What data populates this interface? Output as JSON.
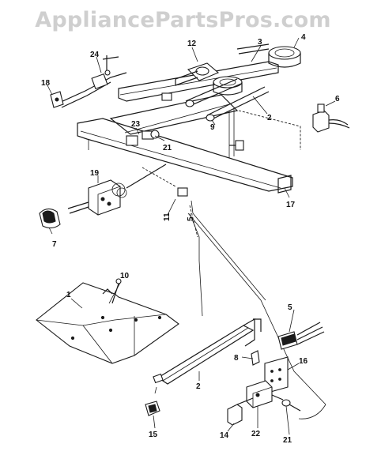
{
  "watermark": "AppliancePartsPros.com",
  "callouts": [
    {
      "id": "c1",
      "text": "1"
    },
    {
      "id": "c2a",
      "text": "2"
    },
    {
      "id": "c2b",
      "text": "2"
    },
    {
      "id": "c3",
      "text": "3"
    },
    {
      "id": "c4",
      "text": "4"
    },
    {
      "id": "c5a",
      "text": "5"
    },
    {
      "id": "c5b",
      "text": "5"
    },
    {
      "id": "c6",
      "text": "6"
    },
    {
      "id": "c7",
      "text": "7"
    },
    {
      "id": "c8",
      "text": "8"
    },
    {
      "id": "c9",
      "text": "9"
    },
    {
      "id": "c10",
      "text": "10"
    },
    {
      "id": "c11",
      "text": "11"
    },
    {
      "id": "c12",
      "text": "12"
    },
    {
      "id": "c14",
      "text": "14"
    },
    {
      "id": "c15",
      "text": "15"
    },
    {
      "id": "c16",
      "text": "16"
    },
    {
      "id": "c17",
      "text": "17"
    },
    {
      "id": "c18",
      "text": "18"
    },
    {
      "id": "c19",
      "text": "19"
    },
    {
      "id": "c21a",
      "text": "21"
    },
    {
      "id": "c21b",
      "text": "21"
    },
    {
      "id": "c22",
      "text": "22"
    },
    {
      "id": "c23",
      "text": "23"
    },
    {
      "id": "c24",
      "text": "24"
    }
  ]
}
